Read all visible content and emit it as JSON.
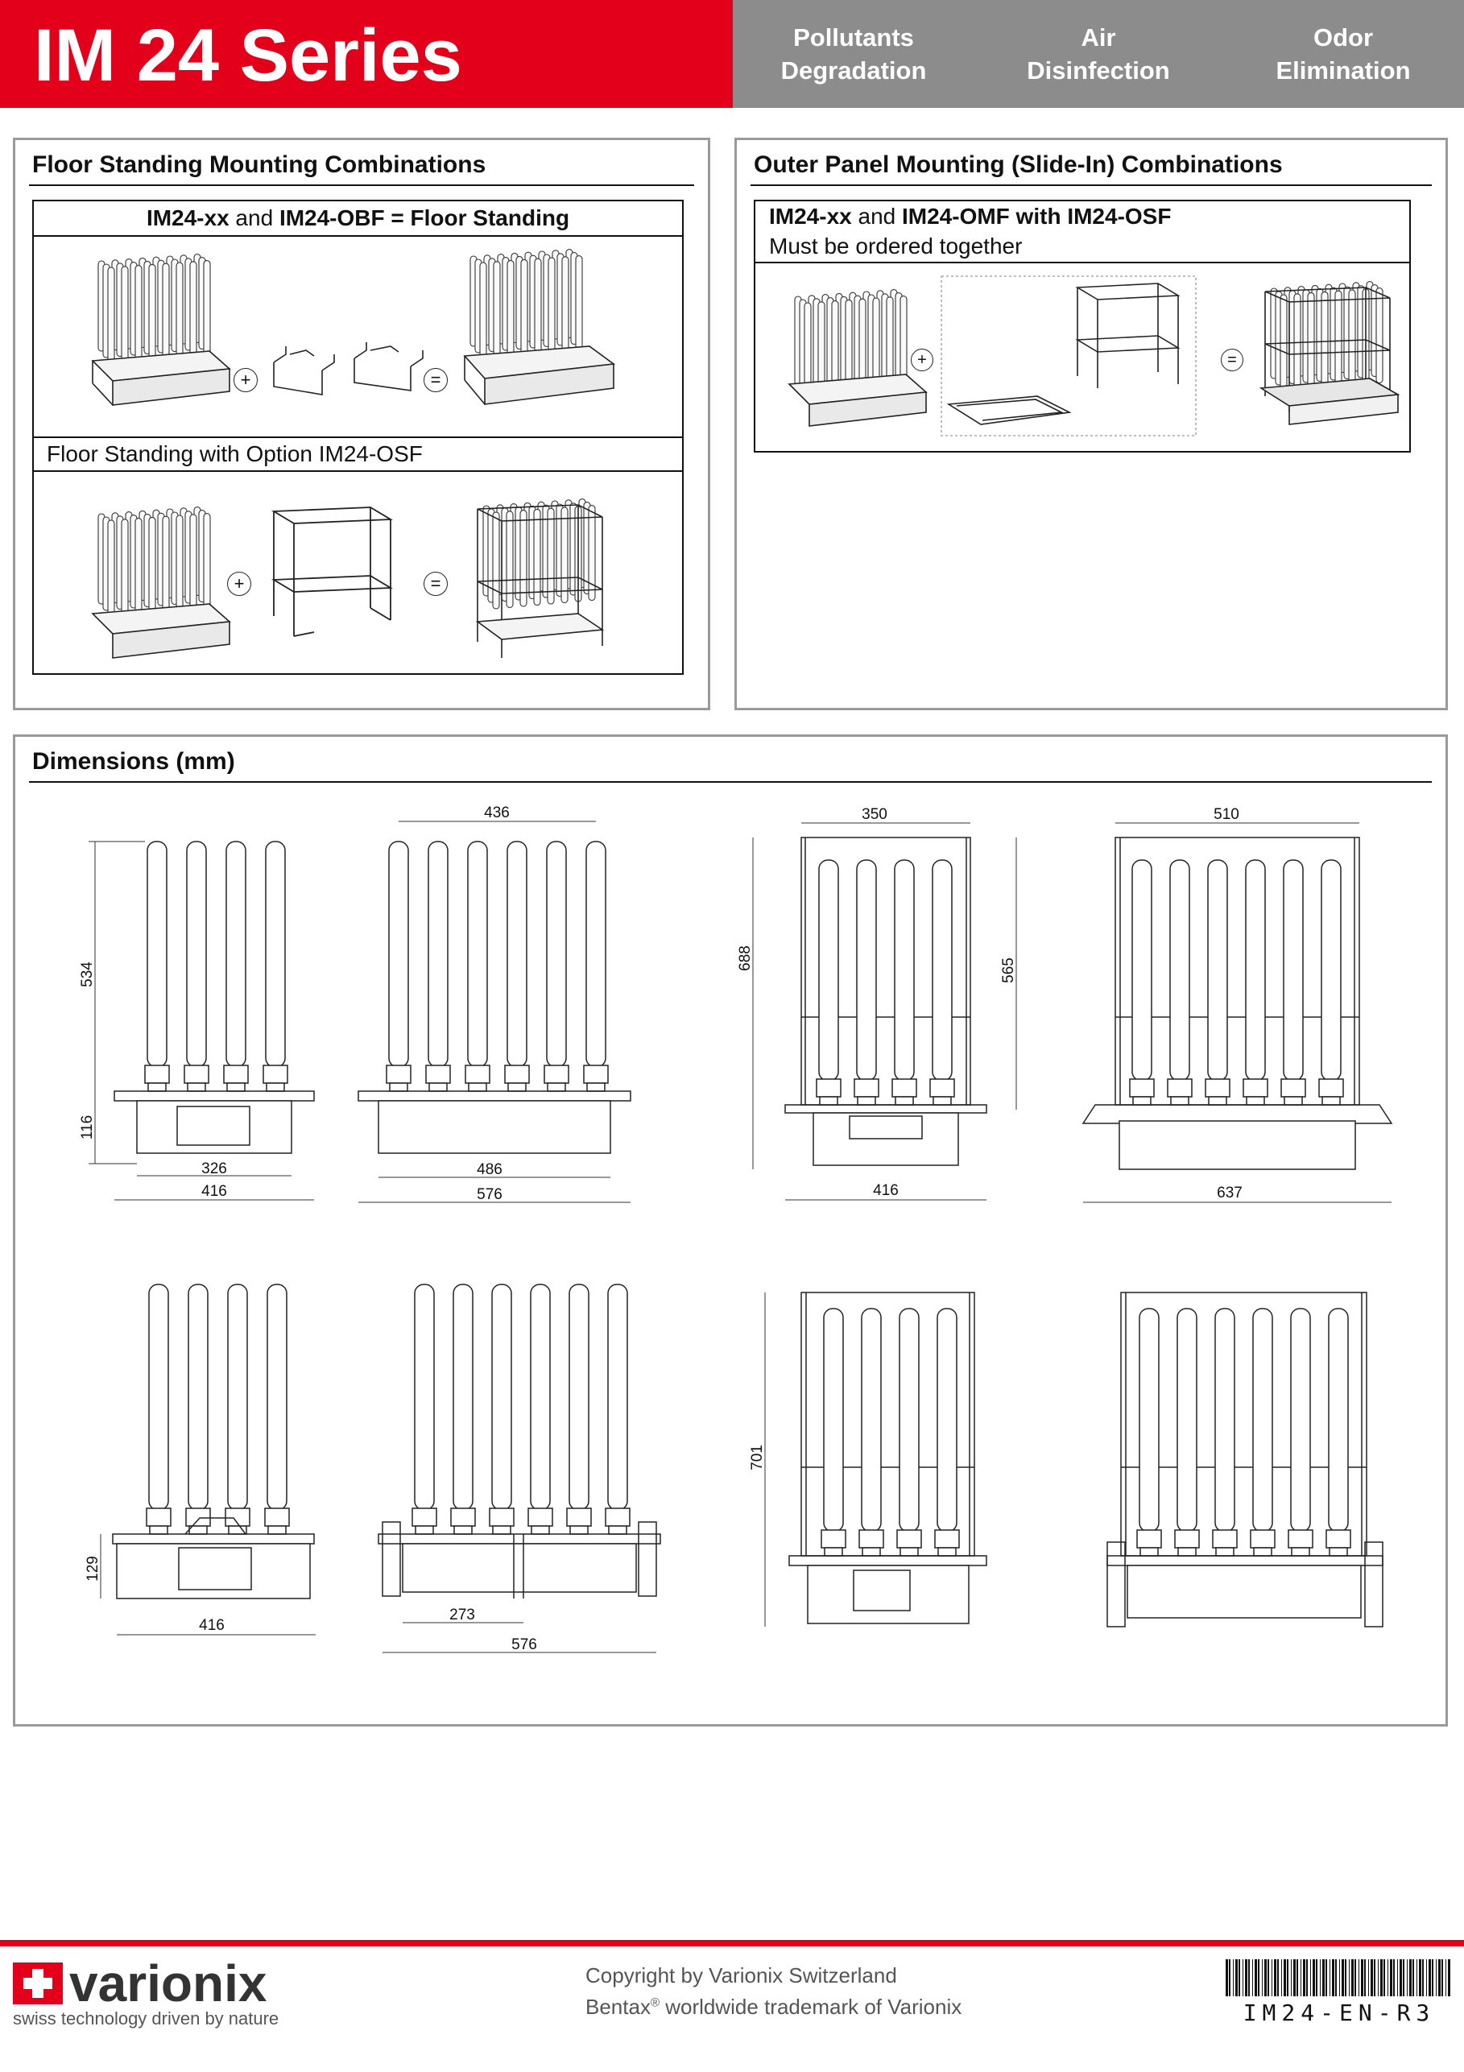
{
  "header": {
    "title": "IM 24 Series",
    "features": [
      {
        "line1": "Pollutants",
        "line2": "Degradation"
      },
      {
        "line1": "Air",
        "line2": "Disinfection"
      },
      {
        "line1": "Odor",
        "line2": "Elimination"
      }
    ]
  },
  "floor_panel": {
    "title": "Floor Standing Mounting Combinations",
    "box1": {
      "part1": "IM24-xx",
      "mid": " and ",
      "part2": "IM24-OBF = Floor Standing"
    },
    "box2": {
      "caption": "Floor Standing with Option IM24-OSF"
    }
  },
  "outer_panel": {
    "title": "Outer Panel Mounting (Slide-In) Combinations",
    "box": {
      "part1": "IM24-xx",
      "mid": " and ",
      "part2": "IM24-OMF with IM24-OSF",
      "line2": "Must be ordered together"
    }
  },
  "symbols": {
    "plus": "+",
    "equals": "="
  },
  "dimensions_panel": {
    "title": "Dimensions (mm)",
    "labels": {
      "d534": "534",
      "d116": "116",
      "d326": "326",
      "d416a": "416",
      "d436": "436",
      "d486": "486",
      "d576a": "576",
      "d350": "350",
      "d688": "688",
      "d565": "565",
      "d416b": "416",
      "d510": "510",
      "d637": "637",
      "d129": "129",
      "d416c": "416",
      "d273": "273",
      "d576b": "576",
      "d701": "701"
    }
  },
  "footer": {
    "brand": "varionix",
    "tagline": "swiss technology driven by nature",
    "copyright": "Copyright by Varionix Switzerland",
    "trademark_pre": "Bentax",
    "trademark_sup": "®",
    "trademark_post": " worldwide trademark of Varionix",
    "barcode_text": "IM24-EN-R3"
  },
  "colors": {
    "brand_red": "#e3001b",
    "header_grey": "#8c8c8c",
    "panel_border": "#9a9a9a"
  }
}
